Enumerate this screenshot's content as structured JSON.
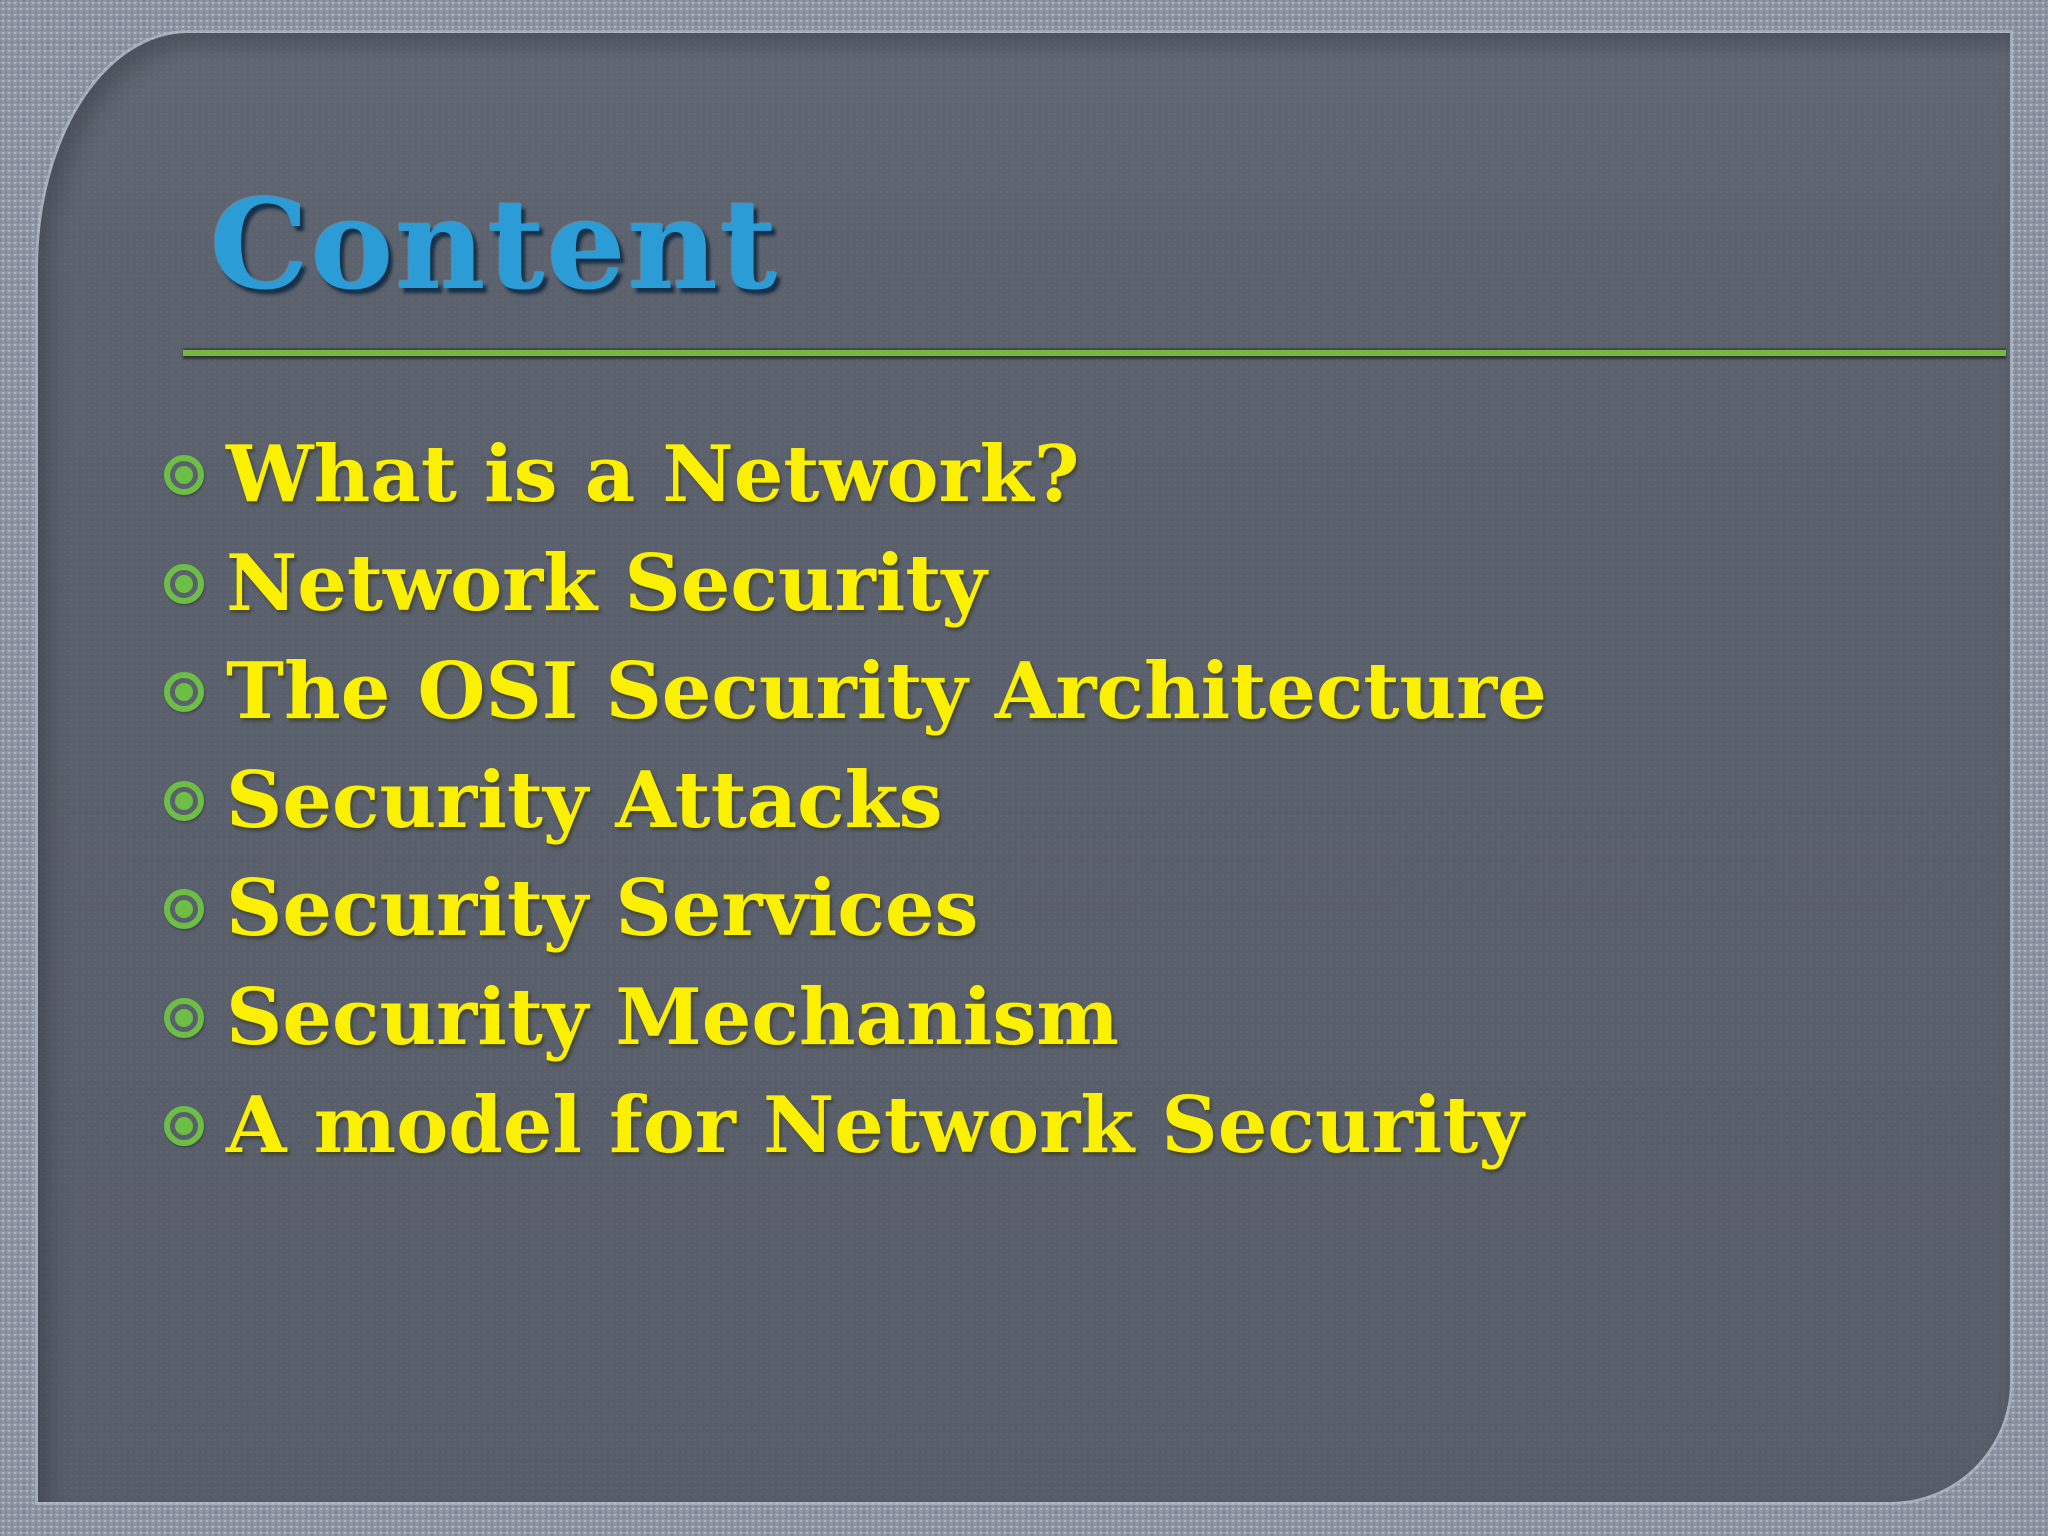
{
  "slide": {
    "title": "Content",
    "items": [
      "What is a Network?",
      "Network Security",
      "The OSI Security Architecture",
      "Security Attacks",
      "Security Services",
      "Security Mechanism",
      "A model for Network Security"
    ],
    "colors": {
      "title_blue": "#2c9cd7",
      "text_yellow": "#faf000",
      "bullet_green": "#6cbe45",
      "divider_green": "#77b843",
      "panel_gray": "#5b616d",
      "background_gray": "#8b93a2"
    }
  }
}
